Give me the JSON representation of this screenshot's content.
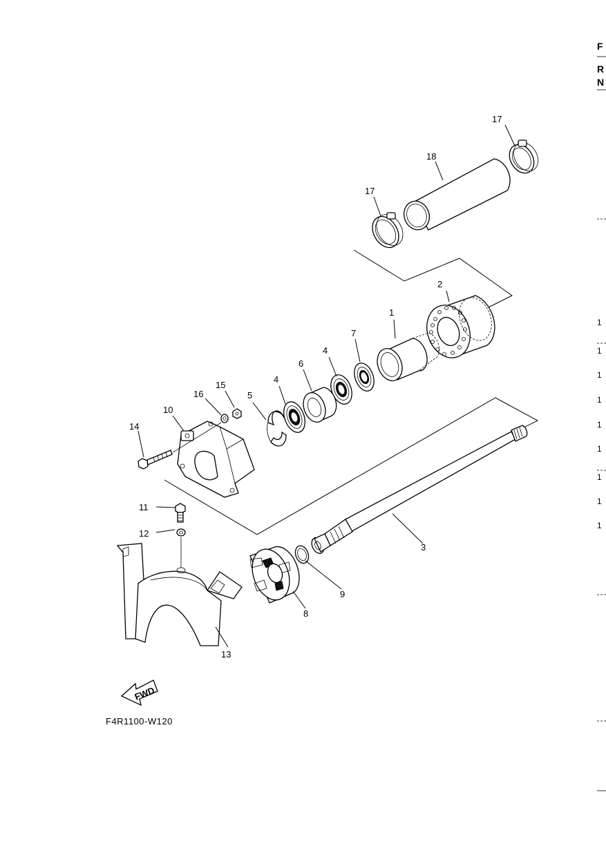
{
  "figure_code": "F4R1100-W120",
  "fwd_label": "FWD",
  "callouts": {
    "p1": "1",
    "p2": "2",
    "p3": "3",
    "p4a": "4",
    "p4b": "4",
    "p5": "5",
    "p6": "6",
    "p7": "7",
    "p8": "8",
    "p9": "9",
    "p10": "10",
    "p11": "11",
    "p12": "12",
    "p13": "13",
    "p14": "14",
    "p15": "15",
    "p16": "16",
    "p17a": "17",
    "p17b": "17",
    "p18": "18"
  },
  "edge_letters": [
    "F",
    "R",
    "N"
  ],
  "edge_digits": [
    "1",
    "1",
    "1",
    "1",
    "1",
    "1",
    "1",
    "1",
    "1"
  ]
}
